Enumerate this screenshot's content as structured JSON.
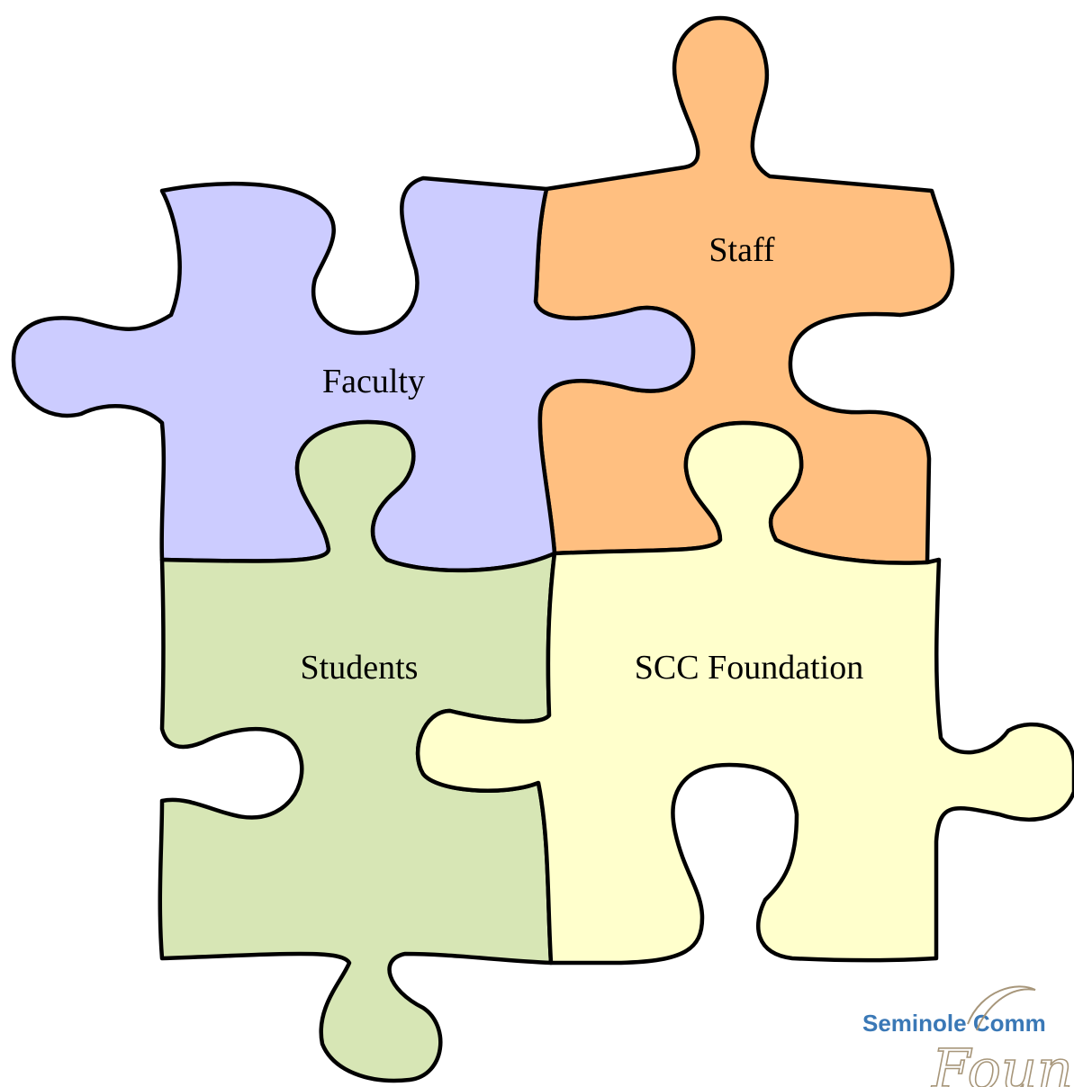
{
  "pieces": {
    "faculty": {
      "label": "Faculty",
      "color": "#ccccff"
    },
    "staff": {
      "label": "Staff",
      "color": "#ffbf80"
    },
    "students": {
      "label": "Students",
      "color": "#d7e6b5"
    },
    "foundation": {
      "label": "SCC Foundation",
      "color": "#ffffcc"
    }
  },
  "logo": {
    "line1": "Seminole Comm",
    "script": "Foun",
    "text_color": "#3a78b6",
    "script_color": "#a7967a"
  }
}
